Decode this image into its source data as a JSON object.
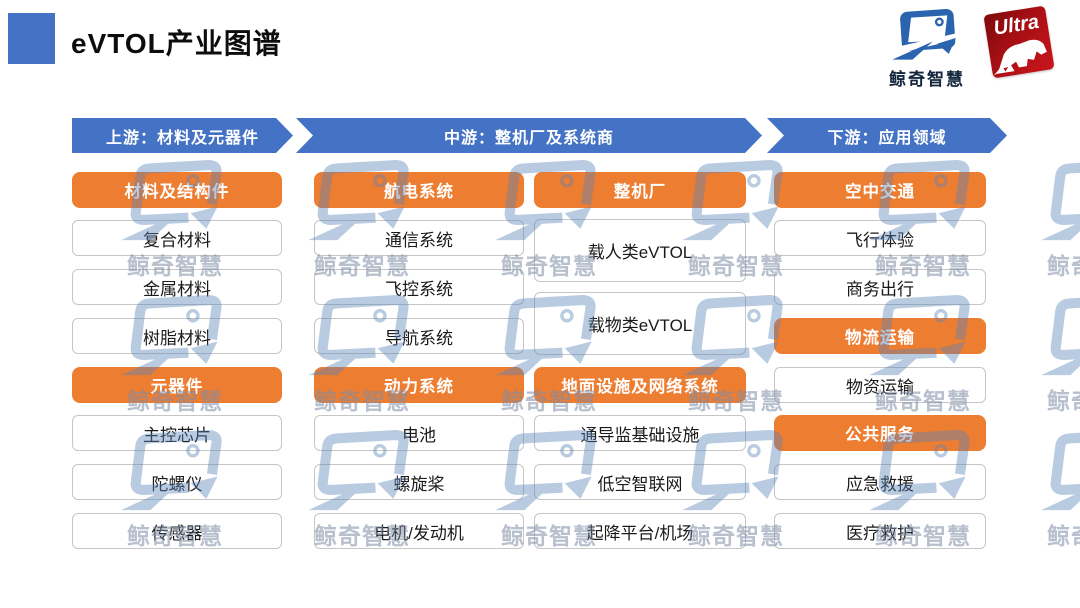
{
  "header": {
    "title": "eVTOL产业图谱",
    "brand": {
      "whale_logo_text": "鲸奇智慧",
      "ultra_logo_text": "Ultra"
    }
  },
  "banners": [
    {
      "label": "上游：材料及元器件"
    },
    {
      "label": "中游：整机厂及系统商"
    },
    {
      "label": "下游：应用领域"
    }
  ],
  "columns": [
    {
      "groups": [
        {
          "header": "材料及结构件",
          "items": [
            "复合材料",
            "金属材料",
            "树脂材料"
          ]
        },
        {
          "header": "元器件",
          "items": [
            "主控芯片",
            "陀螺仪",
            "传感器"
          ]
        }
      ]
    },
    {
      "groups": [
        {
          "header": "航电系统",
          "items": [
            "通信系统",
            "飞控系统",
            "导航系统"
          ]
        },
        {
          "header": "动力系统",
          "items": [
            "电池",
            "螺旋桨",
            "电机/发动机"
          ]
        }
      ]
    },
    {
      "groups": [
        {
          "header": "整机厂",
          "items": [
            "载人类eVTOL",
            "载物类eVTOL"
          ]
        },
        {
          "header": "地面设施及网络系统",
          "items": [
            "通导监基础设施",
            "低空智联网",
            "起降平台/机场"
          ]
        }
      ]
    },
    {
      "groups": [
        {
          "header": "空中交通",
          "items": [
            "飞行体验",
            "商务出行"
          ]
        },
        {
          "header": "物流运输",
          "items": [
            "物资运输"
          ]
        },
        {
          "header": "公共服务",
          "items": [
            "应急救援",
            "医疗救护"
          ]
        }
      ]
    }
  ],
  "watermark": {
    "text": "鲸奇智慧"
  },
  "colors": {
    "banner_blue": "#4472C4",
    "header_orange": "#ED7D31",
    "logo_blue": "#2B64AE",
    "ultra_red": "#C8161C",
    "box_border_gray": "#C6C6C6"
  }
}
